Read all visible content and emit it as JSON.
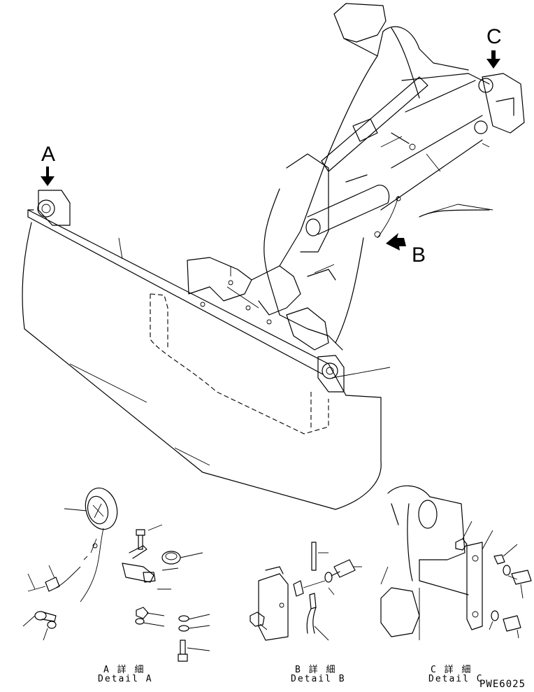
{
  "view_labels": {
    "a": "A",
    "b": "B",
    "c": "C"
  },
  "details": {
    "a": {
      "jp": "A 詳 細",
      "en": "Detail A"
    },
    "b": {
      "jp": "B 詳 細",
      "en": "Detail B"
    },
    "c": {
      "jp": "C 詳 細",
      "en": "Detail C"
    }
  },
  "drawing_code": "PWE6025"
}
